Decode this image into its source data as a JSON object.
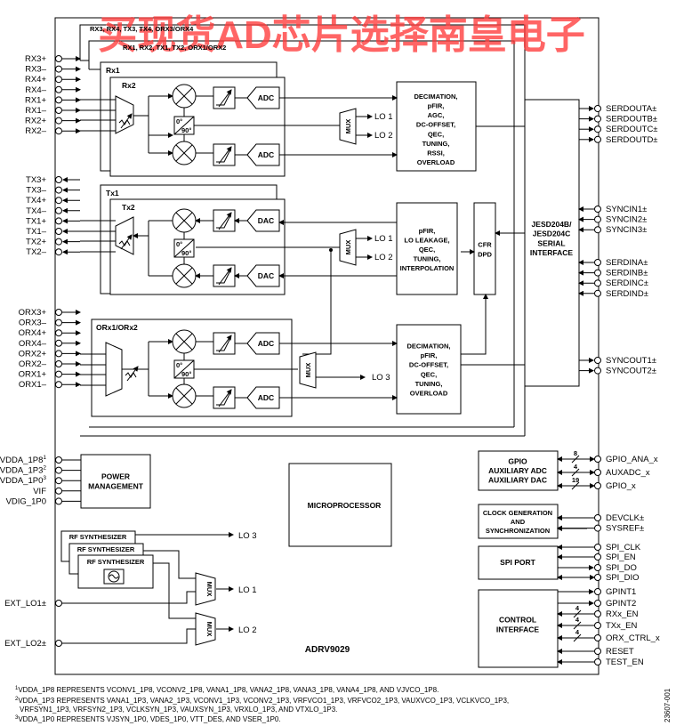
{
  "watermark": "买现货AD芯片选择南皇电子",
  "chip_name": "ADRV9029",
  "doc_number": "23607-001",
  "left_pins": {
    "rx": [
      "RX3+",
      "RX3–",
      "RX4+",
      "RX4–",
      "RX1+",
      "RX1–",
      "RX2+",
      "RX2–"
    ],
    "tx": [
      "TX3+",
      "TX3–",
      "TX4+",
      "TX4–",
      "TX1+",
      "TX1–",
      "TX2+",
      "TX2–"
    ],
    "orx": [
      "ORX3+",
      "ORX3–",
      "ORX4+",
      "ORX4–",
      "ORX2+",
      "ORX2–",
      "ORX1+",
      "ORX1–"
    ],
    "power": [
      "VDDA_1P8",
      "VDDA_1P3",
      "VDDA_1P0",
      "VIF",
      "VDIG_1P0"
    ],
    "power_sup": [
      "1",
      "2",
      "3",
      "",
      ""
    ],
    "ext_lo": [
      "EXT_LO1±",
      "EXT_LO2±"
    ]
  },
  "right_pins": {
    "serdout": [
      "SERDOUTA±",
      "SERDOUTB±",
      "SERDOUTC±",
      "SERDOUTD±"
    ],
    "syncin": [
      "SYNCIN1±",
      "SYNCIN2±",
      "SYNCIN3±"
    ],
    "serdin": [
      "SERDINA±",
      "SERDINB±",
      "SERDINC±",
      "SERDIND±"
    ],
    "syncout": [
      "SYNCOUT1±",
      "SYNCOUT2±"
    ],
    "gpio": [
      "GPIO_ANA_x",
      "AUXADC_x",
      "GPIO_x"
    ],
    "clk": [
      "DEVCLK±",
      "SYSREF±"
    ],
    "spi": [
      "SPI_CLK",
      "SPI_EN",
      "SPI_DO",
      "SPI_DIO"
    ],
    "ctrl": [
      "GPINT1",
      "GPINT2",
      "RXx_EN",
      "TXx_EN",
      "ORX_CTRL_x",
      "RESET",
      "TEST_EN"
    ]
  },
  "bus_widths": {
    "gpio_ana": "8",
    "auxadc": "4",
    "gpio": "19",
    "rx_en": "4",
    "tx_en": "4",
    "orx_ctrl": "4"
  },
  "labels": {
    "rx_stack_1": "RX3, RX4, TX3, TX4, ORX3/ORX4",
    "rx_stack_2": "RX1, RX2, TX1, TX2, ORX1/ORX2",
    "rx1": "Rx1",
    "rx2": "Rx2",
    "tx1": "Tx1",
    "tx2": "Tx2",
    "orx": "ORx1/ORx2",
    "adc": "ADC",
    "dac": "DAC",
    "mux": "MUX",
    "lo1": "LO 1",
    "lo2": "LO 2",
    "lo3": "LO 3",
    "phase0": "0°",
    "phase90": "90°",
    "rx_dsp": [
      "DECIMATION,",
      "pFIR,",
      "AGC,",
      "DC-OFFSET,",
      "QEC,",
      "TUNING,",
      "RSSI,",
      "OVERLOAD"
    ],
    "tx_dsp": [
      "pFIR,",
      "LO LEAKAGE,",
      "QEC,",
      "TUNING,",
      "INTERPOLATION"
    ],
    "orx_dsp": [
      "DECIMATION,",
      "pFIR,",
      "DC-OFFSET,",
      "QEC,",
      "TUNING,",
      "OVERLOAD"
    ],
    "cfr": [
      "CFR",
      "DPD"
    ],
    "jesd": [
      "JESD204B/",
      "JESD204C",
      "SERIAL",
      "INTERFACE"
    ],
    "power_mgmt": [
      "POWER",
      "MANAGEMENT"
    ],
    "microprocessor": "MICROPROCESSOR",
    "gpio_block": [
      "GPIO",
      "AUXILIARY ADC",
      "AUXILIARY DAC"
    ],
    "clock_block": [
      "CLOCK GENERATION",
      "AND",
      "SYNCHRONIZATION"
    ],
    "spi_block": "SPI PORT",
    "control_block": [
      "CONTROL",
      "INTERFACE"
    ],
    "rf_synth": "RF SYNTHESIZER"
  },
  "footnotes": [
    "VDDA_1P8 REPRESENTS VCONV1_1P8, VCONV2_1P8, VANA1_1P8, VANA2_1P8, VANA3_1P8, VANA4_1P8, AND VJVCO_1P8.",
    "VDDA_1P3 REPRESENTS VANA1_1P3, VANA2_1P3, VCONV1_1P3, VCONV2_1P3, VRFVCO1_1P3, VRFVCO2_1P3, VAUXVCO_1P3, VCLKVCO_1P3,",
    "VRFSYN1_1P3, VRFSYN2_1P3, VCLKSYN_1P3, VAUXSYN_1P3, VRXLO_1P3, AND VTXLO_1P3.",
    "VDDA_1P0 REPRESENTS VJSYN_1P0, VDES_1P0, VTT_DES, AND VSER_1P0."
  ],
  "footnote_marks": [
    "1",
    "2",
    "",
    "3"
  ]
}
